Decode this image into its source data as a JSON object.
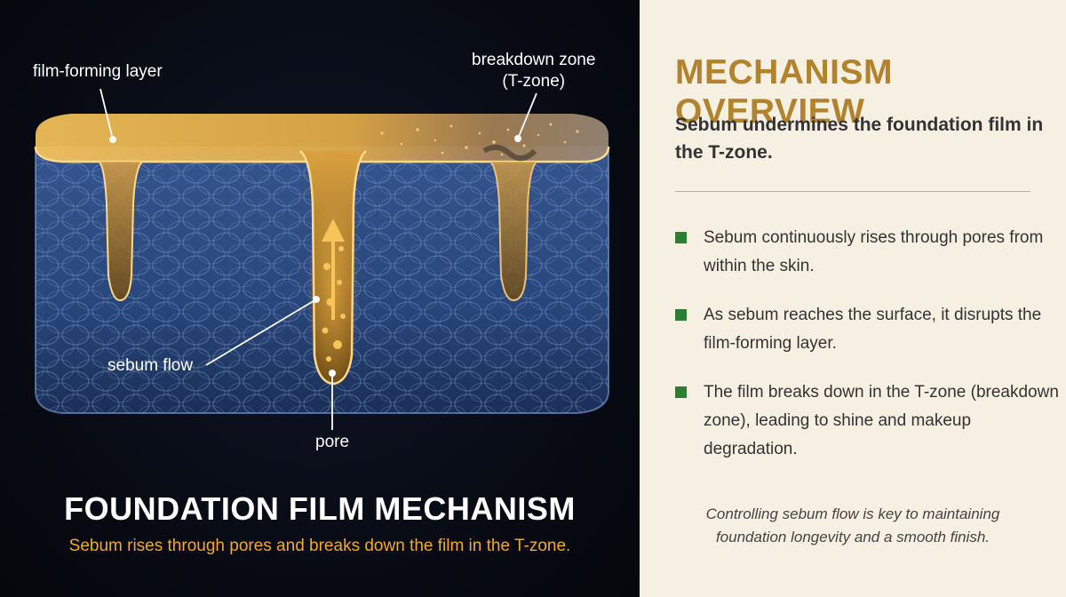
{
  "diagram": {
    "labels": {
      "film_layer": "film-forming layer",
      "breakdown_zone_line1": "breakdown zone",
      "breakdown_zone_line2": "(T-zone)",
      "sebum_flow": "sebum flow",
      "pore": "pore"
    },
    "title": "FOUNDATION FILM MECHANISM",
    "subtitle": "Sebum rises through pores and breaks down the film in the T-zone.",
    "colors": {
      "skin_blue": "#2d4d86",
      "film_gold": "#f2b43a",
      "subtitle_orange": "#f2a928"
    }
  },
  "overview": {
    "title": "MECHANISM OVERVIEW",
    "summary": "Sebum undermines the foundation film in the T-zone.",
    "bullets": [
      "Sebum continuously rises through pores from within the skin.",
      "As sebum reaches the surface, it disrupts the film-forming layer.",
      "The film breaks down in the T-zone (breakdown zone), leading to shine and makeup degradation."
    ],
    "conclusion": "Controlling sebum flow is key to maintaining foundation longevity and a smooth finish.",
    "colors": {
      "title": "#b2832c",
      "bullet_marker": "#2e7d32",
      "background": "#f6f0e3"
    }
  }
}
